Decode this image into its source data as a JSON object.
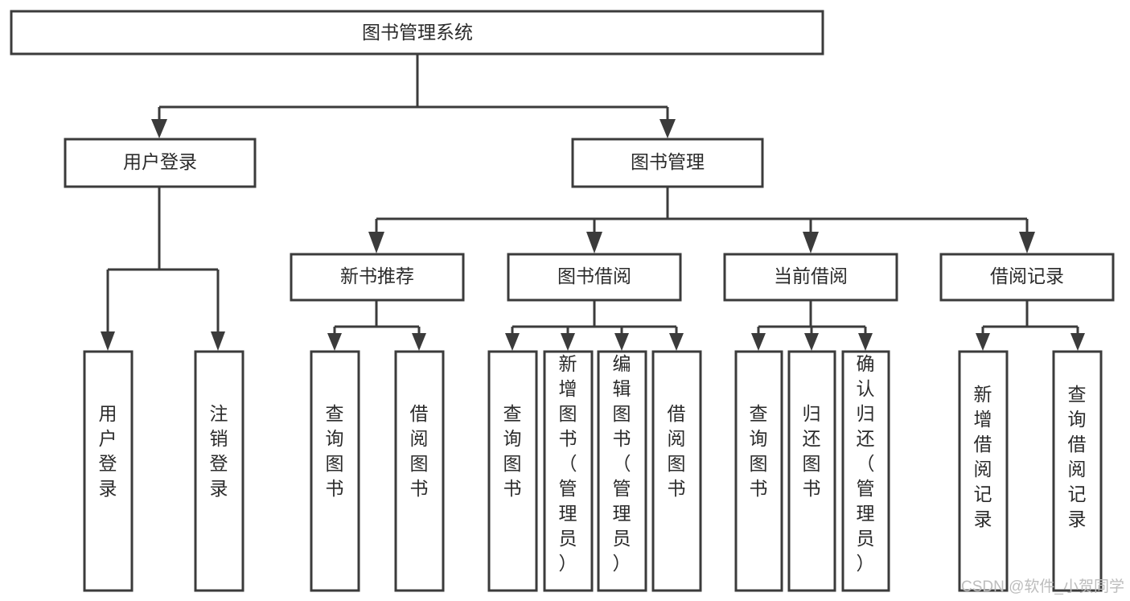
{
  "diagram": {
    "type": "tree-hierarchy",
    "title": "图书管理系统",
    "orientation": "top-down",
    "colors": {
      "box_stroke": "#3b3b3b",
      "box_fill": "#ffffff",
      "connector": "#3b3b3b",
      "text": "#2b2b2b",
      "background": "#ffffff",
      "watermark": "#bdbdbd"
    },
    "levels": {
      "root": {
        "label": "图书管理系统"
      },
      "level2": [
        {
          "label": "用户登录"
        },
        {
          "label": "图书管理"
        }
      ],
      "level3": [
        {
          "label": "新书推荐"
        },
        {
          "label": "图书借阅"
        },
        {
          "label": "当前借阅"
        },
        {
          "label": "借阅记录"
        }
      ],
      "leaves": {
        "user_login": [
          {
            "label": "用户登录"
          },
          {
            "label": "注销登录"
          }
        ],
        "new_book_recommend": [
          {
            "label": "查询图书"
          },
          {
            "label": "借阅图书"
          }
        ],
        "book_borrow": [
          {
            "label": "查询图书"
          },
          {
            "label": "新增图书（管理员）"
          },
          {
            "label": "编辑图书（管理员）"
          },
          {
            "label": "借阅图书"
          }
        ],
        "current_borrow": [
          {
            "label": "查询图书"
          },
          {
            "label": "归还图书"
          },
          {
            "label": "确认归还（管理员）"
          }
        ],
        "borrow_record": [
          {
            "label": "新增借阅记录"
          },
          {
            "label": "查询借阅记录"
          }
        ]
      }
    }
  },
  "watermark": {
    "text": "CSDN @软件_小贺同学"
  }
}
